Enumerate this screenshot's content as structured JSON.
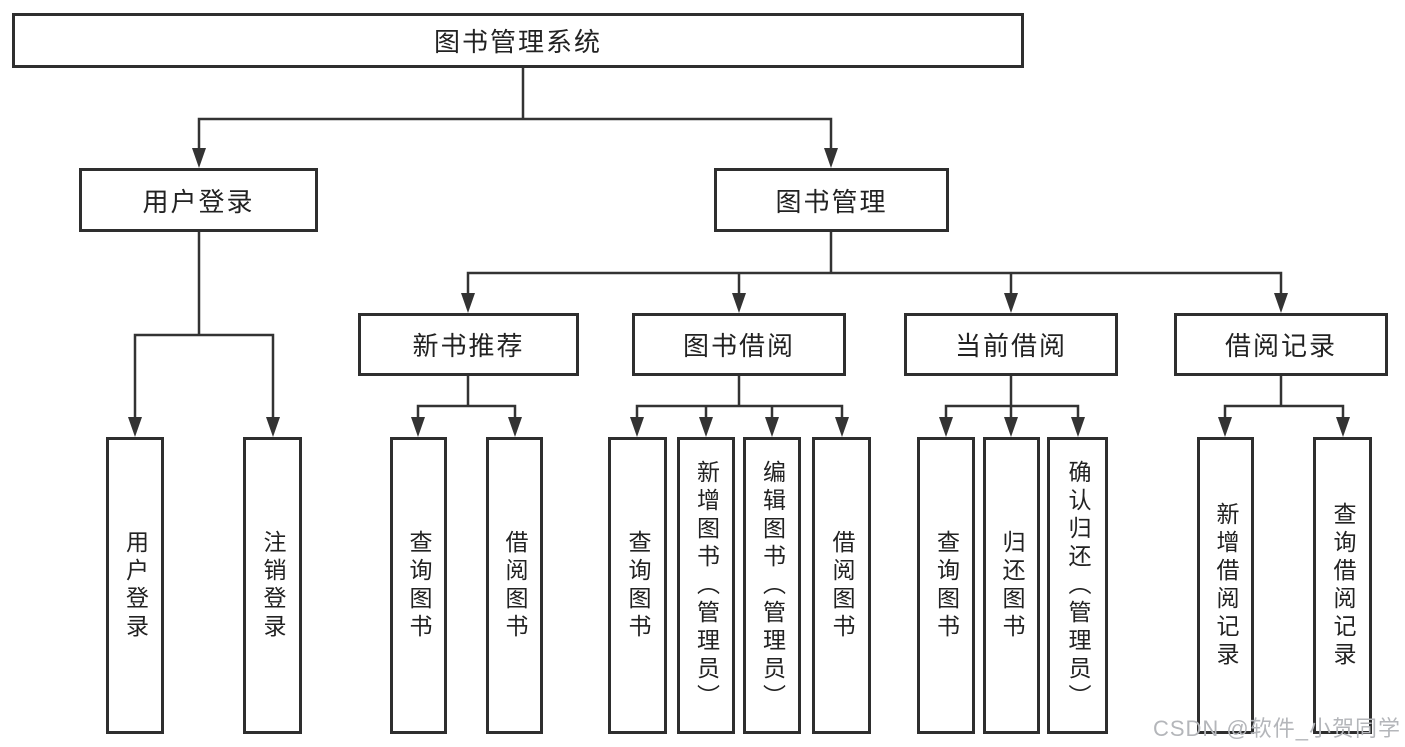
{
  "watermark": "CSDN @软件_小贺同学",
  "colors": {
    "line": "#333333",
    "box_border": "#2e2e2e",
    "box_background": "#ffffff",
    "text": "#222222",
    "watermark_text": "#b4b6ba"
  },
  "tree": {
    "root": "图书管理系统",
    "branches": [
      {
        "label": "用户登录",
        "leaves": [
          "用户登录",
          "注销登录"
        ]
      },
      {
        "label": "图书管理",
        "children": [
          {
            "label": "新书推荐",
            "leaves": [
              "查询图书",
              "借阅图书"
            ]
          },
          {
            "label": "图书借阅",
            "leaves": [
              "查询图书",
              "新增图书（管理员）",
              "编辑图书（管理员）",
              "借阅图书"
            ]
          },
          {
            "label": "当前借阅",
            "leaves": [
              "查询图书",
              "归还图书",
              "确认归还（管理员）"
            ]
          },
          {
            "label": "借阅记录",
            "leaves": [
              "新增借阅记录",
              "查询借阅记录"
            ]
          }
        ]
      }
    ]
  }
}
